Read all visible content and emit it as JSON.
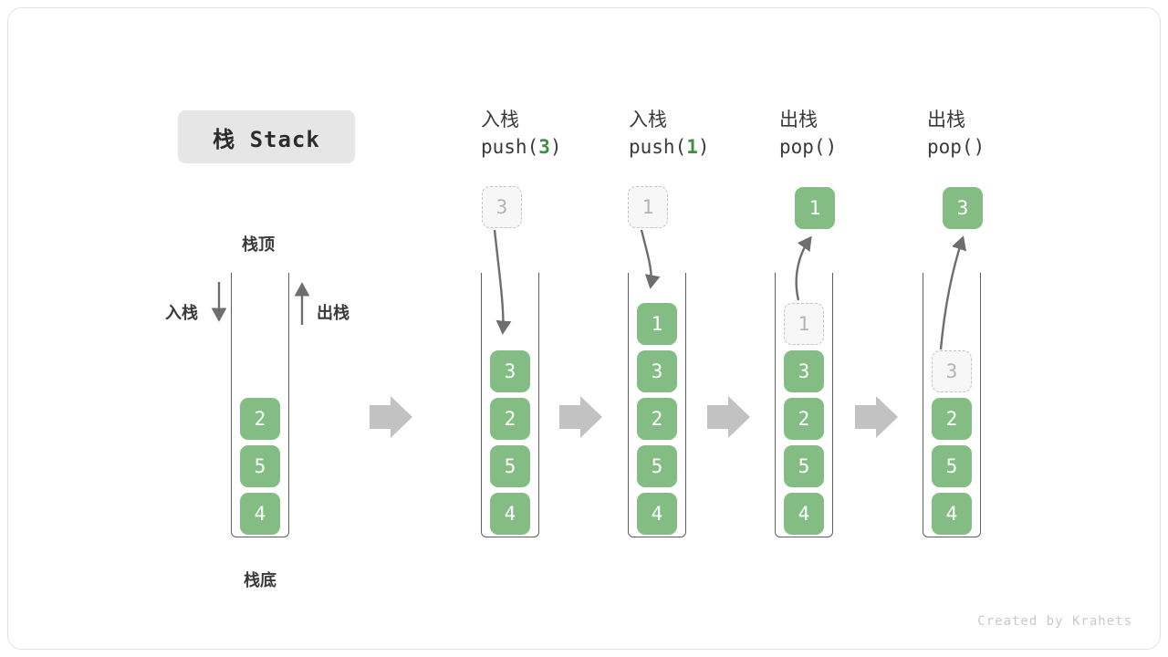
{
  "title": {
    "badge": "栈 Stack"
  },
  "labels": {
    "top": "栈顶",
    "bottom": "栈底",
    "push_side": "入栈",
    "pop_side": "出栈"
  },
  "watermark": "Created by Krahets",
  "colors": {
    "item_green": "#83bd84",
    "accent_green": "#3f8f45",
    "ghost_fill": "#f7f7f7",
    "ghost_border": "#c4c4c4",
    "container_border": "#5f5f5f",
    "arrow_gray": "#6e6e6e",
    "flow_arrow_gray": "#c2c2c2",
    "badge_bg": "#e6e6e6",
    "text": "#3a3a3a"
  },
  "initial_stack": {
    "name": "initial",
    "items": [
      "4",
      "5",
      "2"
    ]
  },
  "steps": [
    {
      "id": "push-3",
      "cjk": "入栈",
      "op_prefix": "push(",
      "op_arg": "3",
      "op_suffix": ")",
      "floating_label": "3",
      "floating_kind": "ghost",
      "items": [
        "4",
        "5",
        "2",
        "3"
      ],
      "ghost_top": null
    },
    {
      "id": "push-1",
      "cjk": "入栈",
      "op_prefix": "push(",
      "op_arg": "1",
      "op_suffix": ")",
      "floating_label": "1",
      "floating_kind": "ghost",
      "items": [
        "4",
        "5",
        "2",
        "3",
        "1"
      ],
      "ghost_top": null
    },
    {
      "id": "pop-1",
      "cjk": "出栈",
      "op_prefix": "pop(",
      "op_arg": "",
      "op_suffix": ")",
      "floating_label": "1",
      "floating_kind": "solid",
      "items": [
        "4",
        "5",
        "2",
        "3"
      ],
      "ghost_top": "1"
    },
    {
      "id": "pop-3",
      "cjk": "出栈",
      "op_prefix": "pop(",
      "op_arg": "",
      "op_suffix": ")",
      "floating_label": "3",
      "floating_kind": "solid",
      "items": [
        "4",
        "5",
        "2"
      ],
      "ghost_top": "3"
    }
  ]
}
